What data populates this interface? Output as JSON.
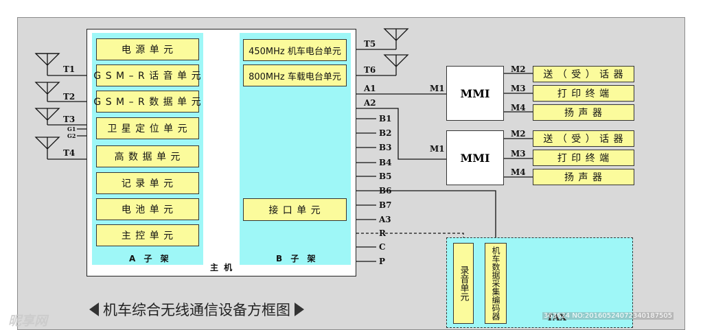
{
  "title": "机车综合无线通信设备方框图",
  "host_label": "主 机",
  "rack_a": {
    "title": "A 子 架",
    "units": [
      "电 源 单 元",
      "G S M – R  话 音 单 元",
      "G S M – R  数 据 单 元",
      "卫 星 定 位 单 元",
      "高 数 据 单 元",
      "记 录 单 元",
      "电 池 单 元",
      "主 控 单 元"
    ]
  },
  "rack_b": {
    "title": "B 子 架",
    "units": [
      "450MHz 机车电台单元",
      "800MHz 车载电台单元",
      "接 口 单 元"
    ]
  },
  "antenna_labels_left": [
    "T1",
    "T2",
    "T3",
    "T4"
  ],
  "gps_labels": [
    "G1",
    "G2"
  ],
  "antenna_labels_right": [
    "T5",
    "T6"
  ],
  "port_labels": [
    "A1",
    "A2",
    "B1",
    "B2",
    "B3",
    "B4",
    "B5",
    "B6",
    "B7",
    "A3",
    "R",
    "C",
    "P"
  ],
  "mmi_label": "MMI",
  "mmi_port_labels": [
    "M1",
    "M2",
    "M3",
    "M4"
  ],
  "mmi_devices": [
    "送 （ 受 ） 话 器",
    "打 印 终 端",
    "扬 声 器"
  ],
  "tax": {
    "label": "TAX",
    "record_unit": "录音单元",
    "data_unit": "机车数据采集编码器"
  },
  "watermark": "昵享网",
  "watermark_id": "363624 NO:20160524072340187505"
}
